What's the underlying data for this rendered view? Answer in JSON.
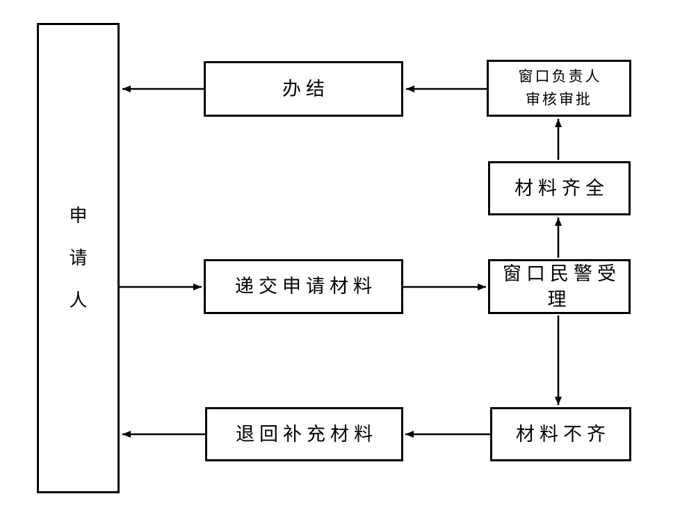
{
  "diagram": {
    "type": "flowchart",
    "background_color": "#ffffff",
    "line_color": "#000000",
    "text_color": "#000000",
    "nodes": {
      "applicant": {
        "label": "申请人"
      },
      "complete": {
        "label": "办结"
      },
      "supervisor_review": {
        "label": "窗口负责人\n审核审批"
      },
      "materials_complete": {
        "label": "材料齐全"
      },
      "submit_materials": {
        "label": "递交申请材料"
      },
      "window_officer_accept": {
        "label": "窗口民警受理"
      },
      "return_supplement": {
        "label": "退回补充材料"
      },
      "materials_incomplete": {
        "label": "材料不齐"
      }
    },
    "edges": [
      {
        "from": "applicant",
        "to": "submit_materials"
      },
      {
        "from": "submit_materials",
        "to": "window_officer_accept"
      },
      {
        "from": "window_officer_accept",
        "to": "materials_complete"
      },
      {
        "from": "materials_complete",
        "to": "supervisor_review"
      },
      {
        "from": "supervisor_review",
        "to": "complete"
      },
      {
        "from": "complete",
        "to": "applicant"
      },
      {
        "from": "window_officer_accept",
        "to": "materials_incomplete"
      },
      {
        "from": "materials_incomplete",
        "to": "return_supplement"
      },
      {
        "from": "return_supplement",
        "to": "applicant"
      }
    ]
  }
}
